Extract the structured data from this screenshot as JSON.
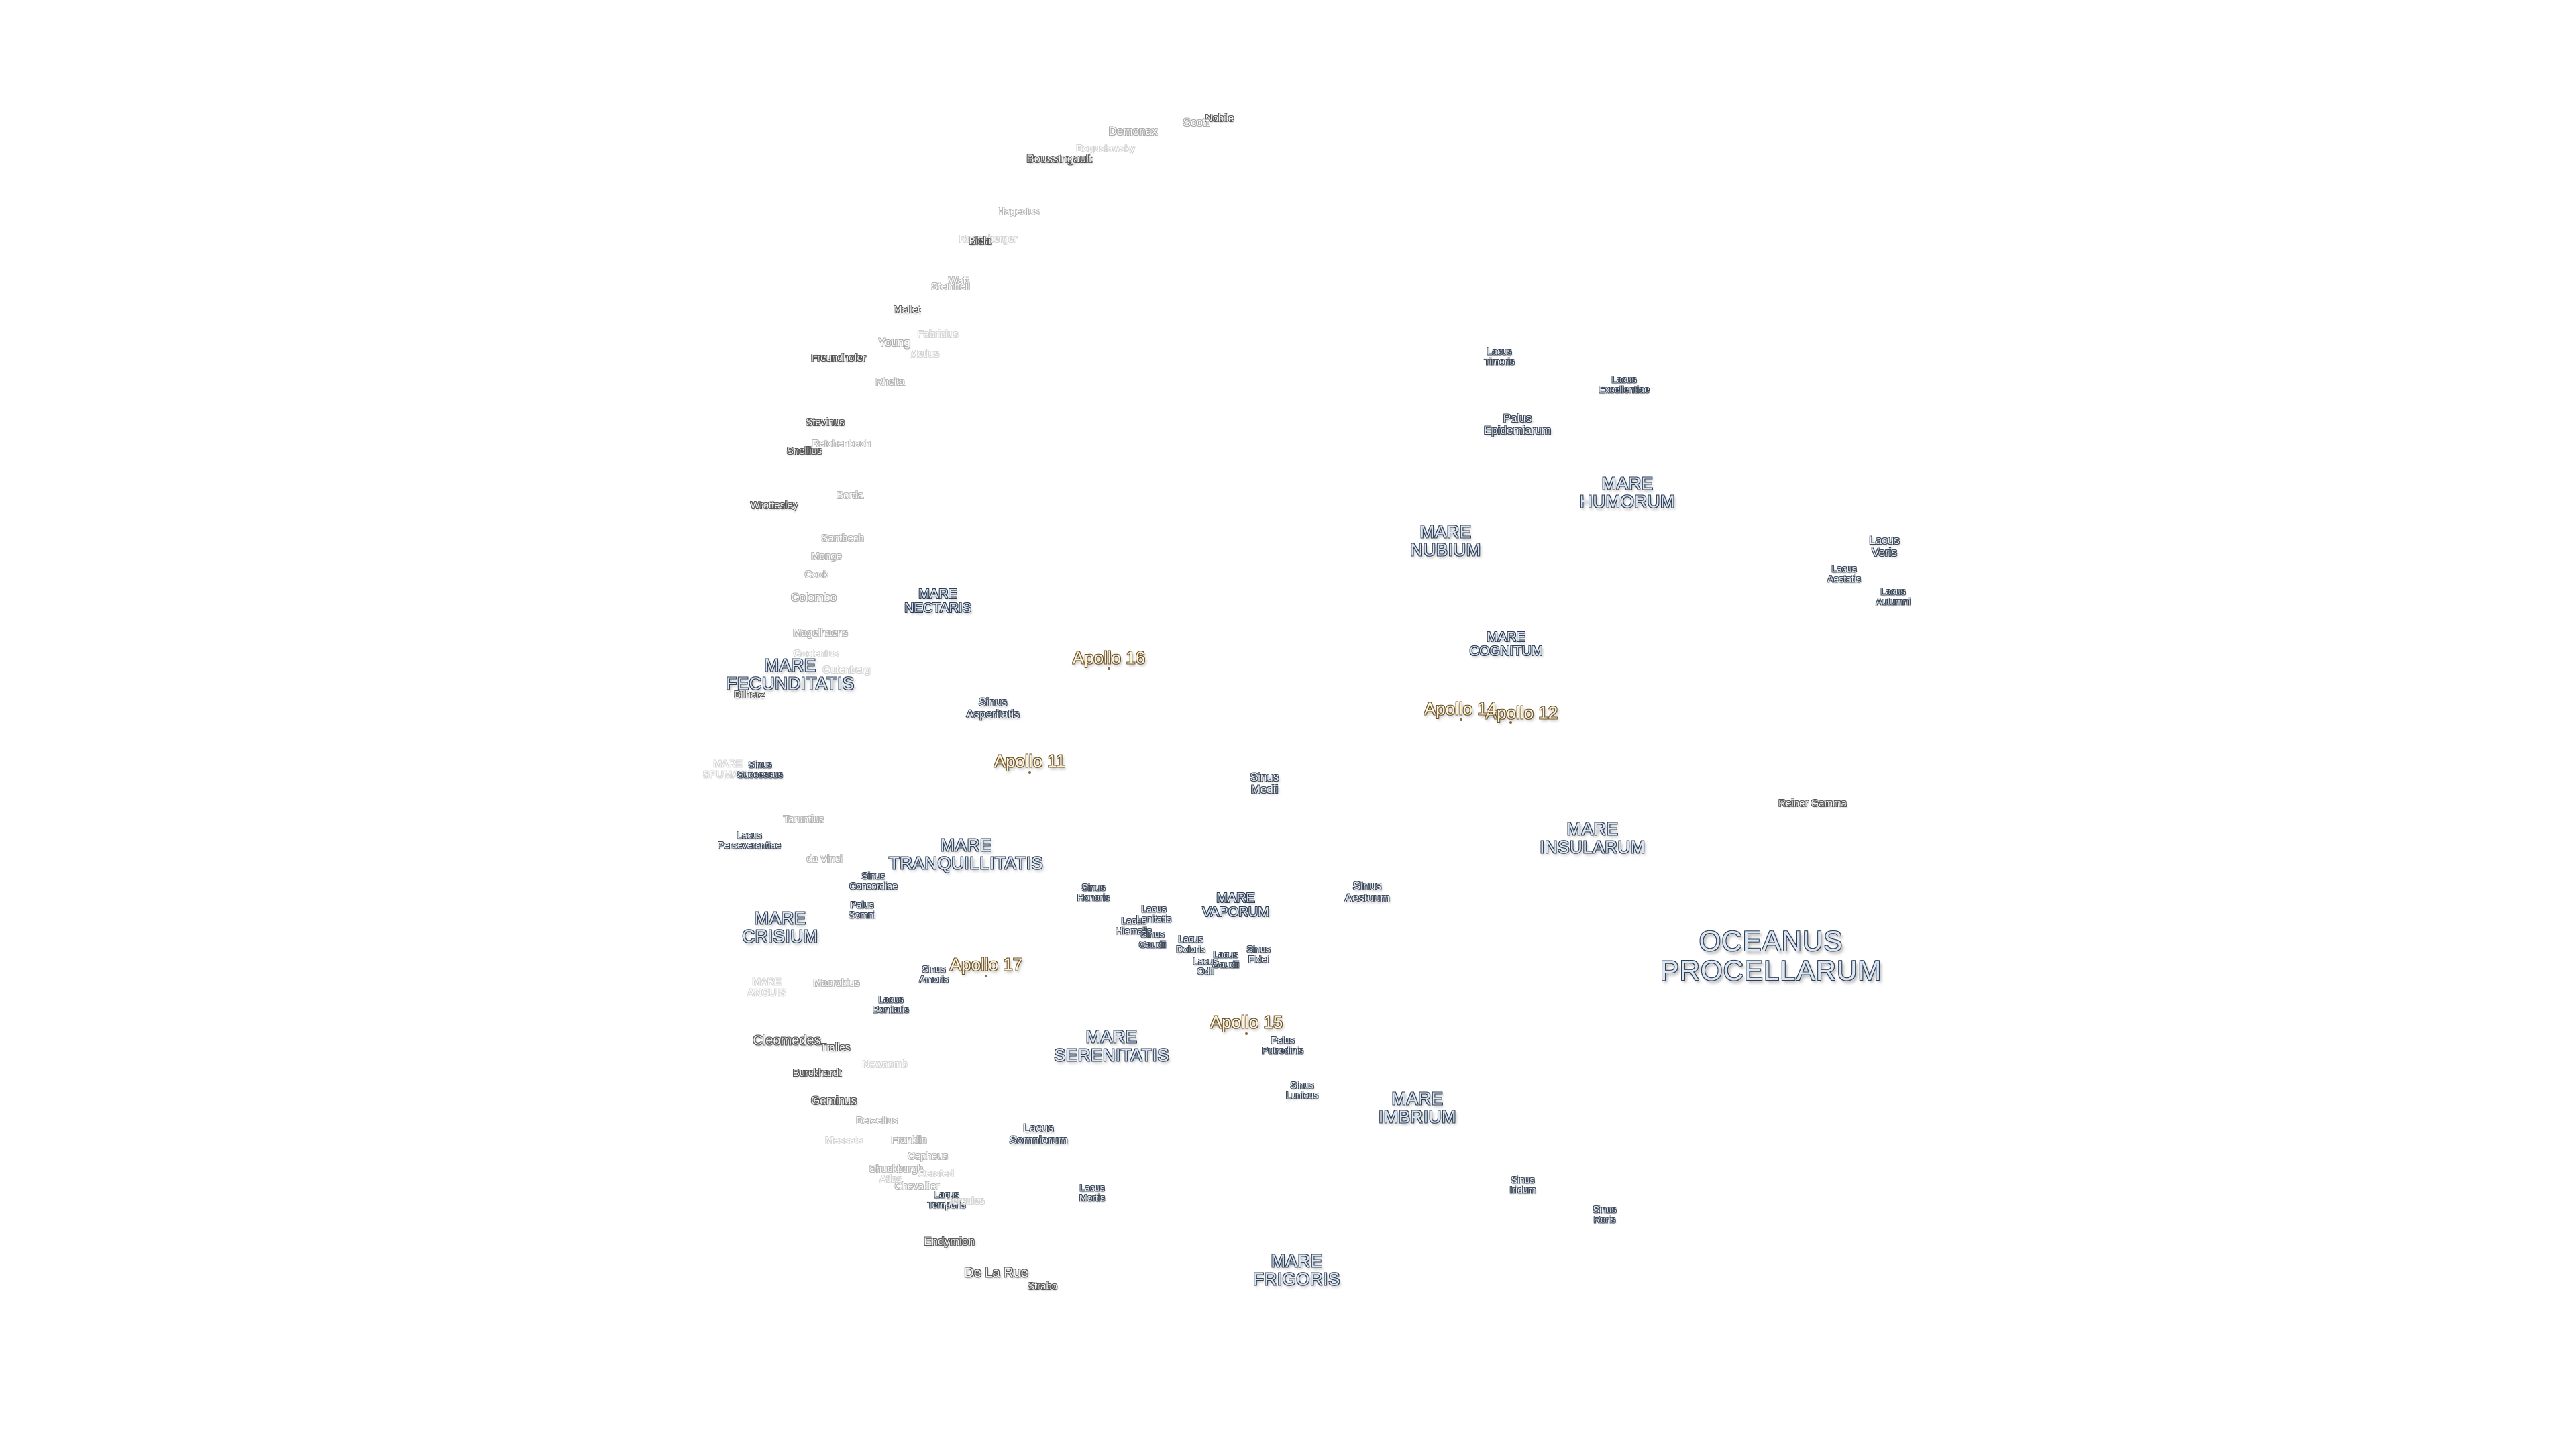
{
  "map": {
    "oceans": [
      {
        "id": "oceanus-procellarum",
        "label": "OCEANUS\nPROCELLARUM"
      }
    ],
    "maria": [
      {
        "id": "mare-fecunditatis",
        "label": "MARE\nFECUNDITATIS"
      },
      {
        "id": "mare-nectaris",
        "label": "MARE\nNECTARIS"
      },
      {
        "id": "mare-tranquillitatis",
        "label": "MARE\nTRANQUILLITATIS"
      },
      {
        "id": "mare-crisium",
        "label": "MARE\nCRISIUM"
      },
      {
        "id": "mare-serenitatis",
        "label": "MARE\nSERENITATIS"
      },
      {
        "id": "mare-vaporum",
        "label": "MARE\nVAPORUM"
      },
      {
        "id": "mare-nubium",
        "label": "MARE\nNUBIUM"
      },
      {
        "id": "mare-humorum",
        "label": "MARE\nHUMORUM"
      },
      {
        "id": "mare-cognitum",
        "label": "MARE\nCOGNITUM"
      },
      {
        "id": "mare-insularum",
        "label": "MARE\nINSULARUM"
      },
      {
        "id": "mare-imbrium",
        "label": "MARE\nIMBRIUM"
      },
      {
        "id": "mare-frigoris",
        "label": "MARE\nFRIGORIS"
      },
      {
        "id": "mare-spumans",
        "label": "MARE\nSPUMANS"
      },
      {
        "id": "mare-anguis",
        "label": "MARE\nANGUIS"
      }
    ],
    "features": [
      {
        "id": "sinus-asperitatis",
        "label": "Sinus\nAsperitatis"
      },
      {
        "id": "sinus-medii",
        "label": "Sinus\nMedii"
      },
      {
        "id": "sinus-aestuum",
        "label": "Sinus\nAestuum"
      },
      {
        "id": "sinus-honoris",
        "label": "Sinus\nHonoris"
      },
      {
        "id": "sinus-concordiae",
        "label": "Sinus\nConcordiae"
      },
      {
        "id": "palus-somni",
        "label": "Palus\nSomni"
      },
      {
        "id": "sinus-successus",
        "label": "Sinus\nSuccessus"
      },
      {
        "id": "lacus-perseverantiae",
        "label": "Lacus\nPerseverantiae"
      },
      {
        "id": "sinus-amoris",
        "label": "Sinus\nAmoris"
      },
      {
        "id": "lacus-bonitatis",
        "label": "Lacus\nBonitatis"
      },
      {
        "id": "lacus-hiemalis",
        "label": "Lacus\nHiemalis"
      },
      {
        "id": "lacus-lenitatis",
        "label": "Lacus\nLenitatis"
      },
      {
        "id": "sinus-gaudii",
        "label": "Sinus\nGaudii"
      },
      {
        "id": "lacus-doloris",
        "label": "Lacus\nDoloris"
      },
      {
        "id": "lacus-gaudii",
        "label": "Lacus\nGaudii"
      },
      {
        "id": "lacus-odii",
        "label": "Lacus\nOdii"
      },
      {
        "id": "sinus-fidei",
        "label": "Sinus\nFidei"
      },
      {
        "id": "palus-putredinis",
        "label": "Palus\nPutredinis"
      },
      {
        "id": "sinus-lunicus",
        "label": "Sinus\nLunicus"
      },
      {
        "id": "lacus-somniorum",
        "label": "Lacus\nSomniorum"
      },
      {
        "id": "lacus-mortis",
        "label": "Lacus\nMortis"
      },
      {
        "id": "lacus-temporis",
        "label": "Lacus\nTemporis"
      },
      {
        "id": "sinus-iridum",
        "label": "Sinus\nIridum"
      },
      {
        "id": "sinus-roris",
        "label": "Sinus\nRoris"
      },
      {
        "id": "lacus-timoris",
        "label": "Lacus\nTimoris"
      },
      {
        "id": "lacus-excellentiae",
        "label": "Lacus\nExcellentiae"
      },
      {
        "id": "palus-epidemiarum",
        "label": "Palus\nEpidemiarum"
      },
      {
        "id": "lacus-veris",
        "label": "Lacus\nVeris"
      },
      {
        "id": "lacus-aestatis",
        "label": "Lacus\nAestatis"
      },
      {
        "id": "lacus-autumni",
        "label": "Lacus\nAutumni"
      }
    ],
    "craters": [
      {
        "id": "nobile",
        "label": "Nobile"
      },
      {
        "id": "scott",
        "label": "Scott"
      },
      {
        "id": "demonax",
        "label": "Demonax"
      },
      {
        "id": "boguslawsky",
        "label": "Boguslawsky"
      },
      {
        "id": "boussingault",
        "label": "Boussingault"
      },
      {
        "id": "hagecius",
        "label": "Hagecius"
      },
      {
        "id": "rosenberger",
        "label": "Rosenberger"
      },
      {
        "id": "biela",
        "label": "Biela"
      },
      {
        "id": "watt",
        "label": "Watt"
      },
      {
        "id": "steinheil",
        "label": "Steinheil"
      },
      {
        "id": "mallet",
        "label": "Mallet"
      },
      {
        "id": "young",
        "label": "Young"
      },
      {
        "id": "fabricius",
        "label": "Fabricius"
      },
      {
        "id": "freundhofer",
        "label": "Freundhofer"
      },
      {
        "id": "metius",
        "label": "Metius"
      },
      {
        "id": "rheita",
        "label": "Rheita"
      },
      {
        "id": "stevinus",
        "label": "Stevinus"
      },
      {
        "id": "reichenbach",
        "label": "Reichenbach"
      },
      {
        "id": "snellius",
        "label": "Snellius"
      },
      {
        "id": "borda",
        "label": "Borda"
      },
      {
        "id": "wrottesley",
        "label": "Wrottesley"
      },
      {
        "id": "santbech",
        "label": "Santbech"
      },
      {
        "id": "monge",
        "label": "Monge"
      },
      {
        "id": "cook",
        "label": "Cook"
      },
      {
        "id": "colombo",
        "label": "Colombo"
      },
      {
        "id": "magelhaens",
        "label": "Magelhaens"
      },
      {
        "id": "goclenius",
        "label": "Goclenius"
      },
      {
        "id": "gutenberg",
        "label": "Gutenberg"
      },
      {
        "id": "bilharz",
        "label": "Bilharz"
      },
      {
        "id": "taruntius",
        "label": "Taruntius"
      },
      {
        "id": "da-vinci",
        "label": "da Vinci"
      },
      {
        "id": "macrobius",
        "label": "Macrobius"
      },
      {
        "id": "cleomedes",
        "label": "Cleomedes"
      },
      {
        "id": "tralles",
        "label": "Tralles"
      },
      {
        "id": "newcomb",
        "label": "Newcomb"
      },
      {
        "id": "burckhardt",
        "label": "Burckhardt"
      },
      {
        "id": "geminus",
        "label": "Geminus"
      },
      {
        "id": "berzelius",
        "label": "Berzelius"
      },
      {
        "id": "messala",
        "label": "Messala"
      },
      {
        "id": "franklin",
        "label": "Franklin"
      },
      {
        "id": "cepheus",
        "label": "Cepheus"
      },
      {
        "id": "shuckburgh",
        "label": "Shuckburgh"
      },
      {
        "id": "oersted",
        "label": "Oersted"
      },
      {
        "id": "chevallier",
        "label": "Chevallier"
      },
      {
        "id": "atlas",
        "label": "Atlas"
      },
      {
        "id": "hercules",
        "label": "Hercules"
      },
      {
        "id": "endymion",
        "label": "Endymion"
      },
      {
        "id": "de-la-rue",
        "label": "De La Rue"
      },
      {
        "id": "strabo",
        "label": "Strabo"
      },
      {
        "id": "reiner-gamma",
        "label": "Reiner Gamma"
      }
    ],
    "apollo_sites": [
      {
        "id": "apollo-11",
        "label": "Apollo 11"
      },
      {
        "id": "apollo-12",
        "label": "Apollo 12"
      },
      {
        "id": "apollo-14",
        "label": "Apollo 14"
      },
      {
        "id": "apollo-15",
        "label": "Apollo 15"
      },
      {
        "id": "apollo-16",
        "label": "Apollo 16"
      },
      {
        "id": "apollo-17",
        "label": "Apollo 17"
      }
    ]
  },
  "colors": {
    "background": "#ffffff",
    "mare_fill": "#dbe6f2",
    "mare_outline": "#2f3f55",
    "apollo_fill": "#fff3d6",
    "apollo_outline": "#6b5430"
  }
}
